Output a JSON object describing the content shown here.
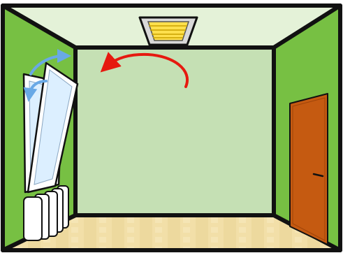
{
  "scene": {
    "name": "room-ventilation-illustration",
    "elements": [
      "ceiling",
      "ceiling-vent",
      "back-wall",
      "left-wall",
      "right-wall",
      "floor",
      "tilted-window",
      "window-airflow-arrows",
      "room-circulation-arrow",
      "radiator",
      "door"
    ]
  },
  "colors": {
    "outline": "#111111",
    "ceiling": "#e4f2d8",
    "back_wall": "#c5e0b4",
    "side_walls": "#77c043",
    "floor": "#f2dfa8",
    "floor_shade": "#e6cc8a",
    "door": "#c55a11",
    "door_dark": "#9f4409",
    "window_glass": "#dcefff",
    "window_frame": "#ffffff",
    "radiator": "#ffffff",
    "vent_frame": "#d9d9d9",
    "vent_light": "#ffe04d",
    "window_arrow": "#69a9e6",
    "circulation_arrow": "#e6190f"
  }
}
